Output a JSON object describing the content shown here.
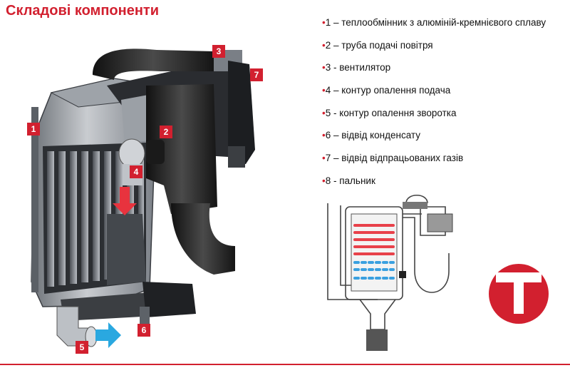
{
  "title": "Складові компоненти",
  "legend_bullet": "•",
  "legend": [
    "1 – теплообмінник з алюміній-кремнієвого сплаву",
    "2 – труба подачі повітря",
    "3 - вентилятор",
    "4 – контур опалення подача",
    "5 - контур опалення зворотка",
    "6 – відвід конденсату",
    "7 – відвід відпрацьованих газів",
    "8 - пальник"
  ],
  "callouts": [
    "1",
    "2",
    "3",
    "4",
    "5",
    "6",
    "7"
  ],
  "colors": {
    "accent": "#d2202f",
    "flow_arrow": "#e8333e",
    "return_arrow": "#2aa8e0",
    "hot": "#e8414a",
    "cold": "#3aa0e0"
  },
  "icons": [
    "down-arrow-icon",
    "right-arrow-icon",
    "logo-t-icon"
  ]
}
